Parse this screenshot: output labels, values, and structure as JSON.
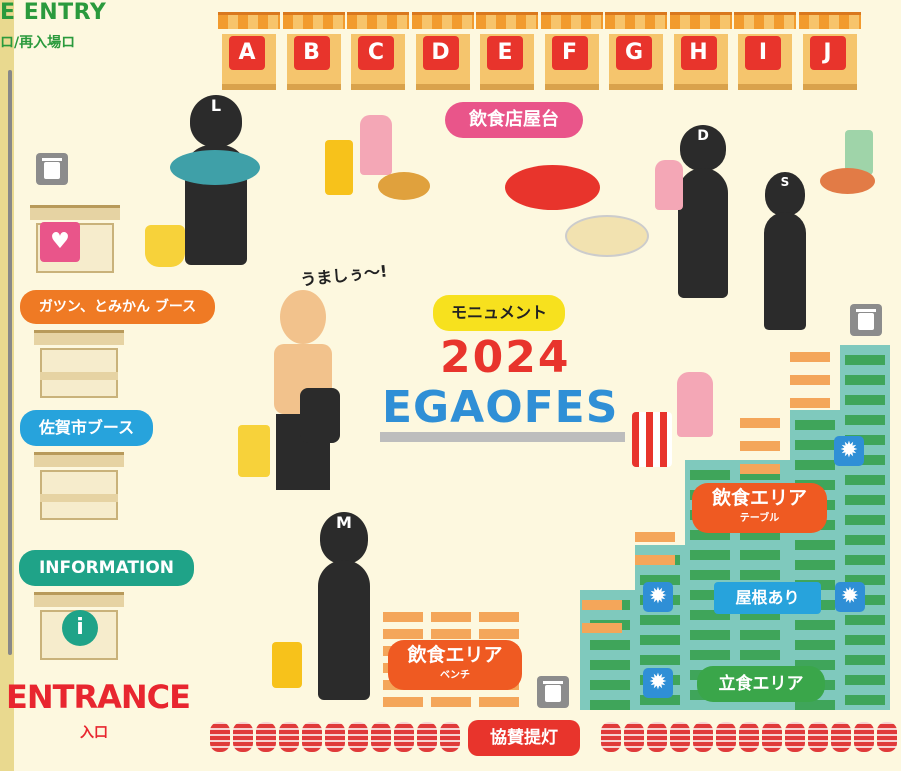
{
  "header": {
    "entry_title": "E ENTRY",
    "entry_sub": "ロ/再入場ロ"
  },
  "stalls": [
    "A",
    "B",
    "C",
    "D",
    "E",
    "F",
    "G",
    "H",
    "I",
    "J"
  ],
  "labels": {
    "food_stalls": "飲食店屋台",
    "gatsun_tomikan": "ガツン、とみかん ブース",
    "saga_city": "佐賀市ブース",
    "information": "INFORMATION",
    "monument": "モニュメント",
    "eating_table": "飲食エリア",
    "eating_table_sub": "テーブル",
    "roof": "屋根あり",
    "standing": "立食エリア",
    "eating_bench": "飲食エリア",
    "eating_bench_sub": "ベンチ",
    "sponsor_lanterns": "協賛提灯",
    "speech": "うましぅ〜!",
    "fes_year": "2024",
    "fes_name": "EGAOFES"
  },
  "entrance": {
    "title": "ENTRANCE",
    "sub": "入口"
  },
  "characters": [
    {
      "letter": "L"
    },
    {
      "letter": "D"
    },
    {
      "letter": "S"
    },
    {
      "letter": "M"
    }
  ],
  "info_icon": "i",
  "colors": {
    "background": "#fdf8df",
    "stall_red": "#e8342c",
    "pink": "#e9558a",
    "orange": "#ef7a24",
    "blue": "#27a3dc",
    "teal": "#1fa388",
    "yellow": "#f7e11e",
    "red_tag": "#e8342c",
    "green_tag": "#3aa64a",
    "fan_blue": "#2f8fd6",
    "green_text": "#2a9a3c"
  }
}
